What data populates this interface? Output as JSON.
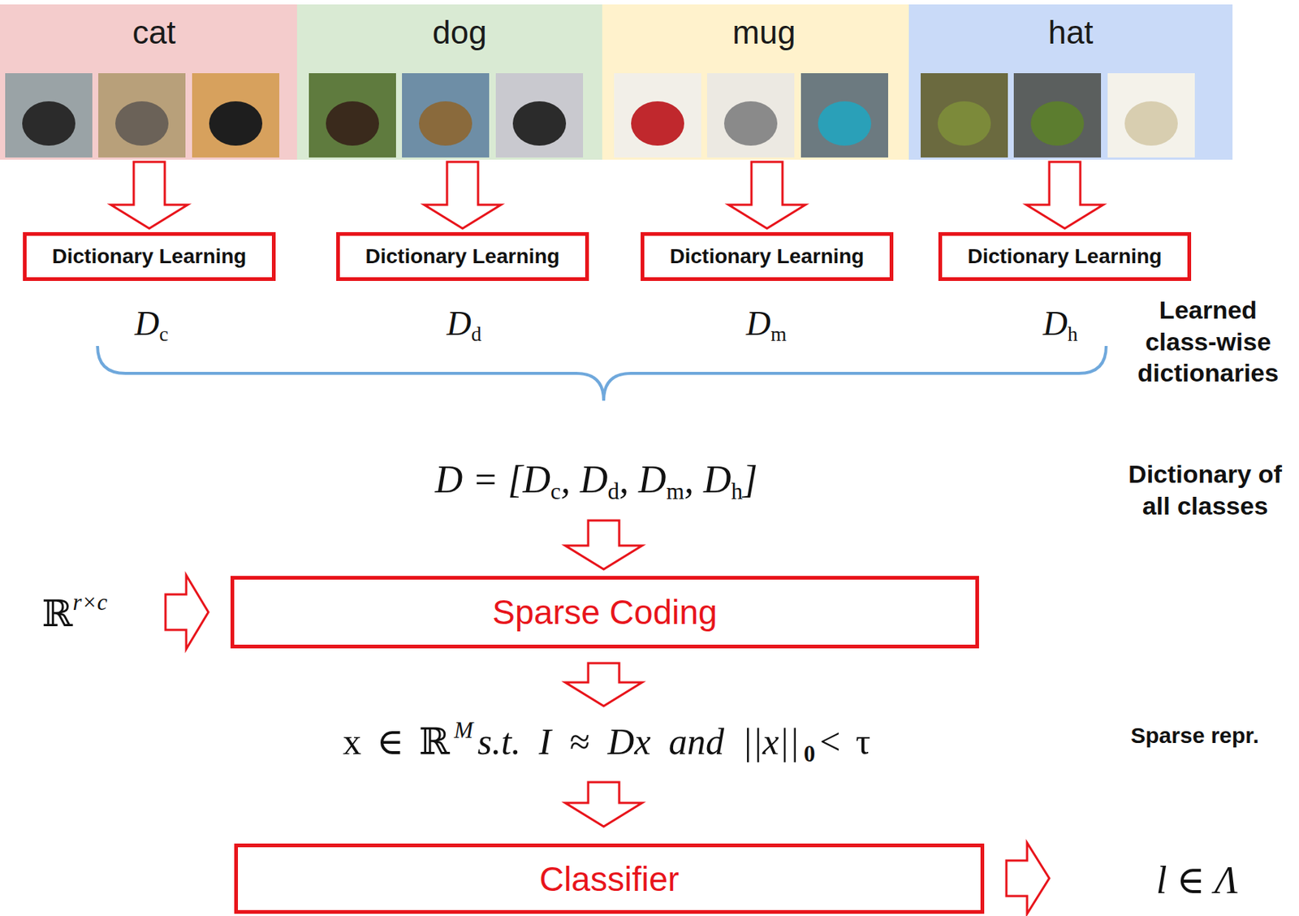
{
  "diagram": {
    "nodes": [
      {
        "text": [
          "cat"
        ]
      },
      {
        "text": [
          "dog"
        ]
      },
      {
        "text": [
          "mug"
        ]
      },
      {
        "text": [
          "hat"
        ]
      },
      {
        "text": [
          "Dictionary Learning"
        ]
      },
      {
        "text": [
          "Dictionary Learning"
        ]
      },
      {
        "text": [
          "Dictionary Learning"
        ]
      },
      {
        "text": [
          "Dictionary Learning"
        ]
      },
      {
        "text": [
          "Sparse Coding"
        ]
      },
      {
        "text": [
          "Classifier"
        ]
      }
    ],
    "edges": [
      {
        "from": 0,
        "to": 4,
        "arrow": "to"
      },
      {
        "from": 1,
        "to": 5,
        "arrow": "to"
      },
      {
        "from": 2,
        "to": 6,
        "arrow": "to"
      },
      {
        "from": 3,
        "to": 7,
        "arrow": "to"
      }
    ],
    "labels": [
      "Dc",
      "Dd",
      "Dm",
      "Dh",
      "Learned class-wise dictionaries",
      "D = [Dc, Dd, Dm, Dh]",
      "Dictionary of all classes",
      "ℝ",
      "r×c",
      "x ∈ ℝ",
      "M",
      "s.t. I ≈ Dx and ||x||",
      "0",
      "< τ",
      "Sparse repr.",
      "l ∈ Λ"
    ]
  }
}
